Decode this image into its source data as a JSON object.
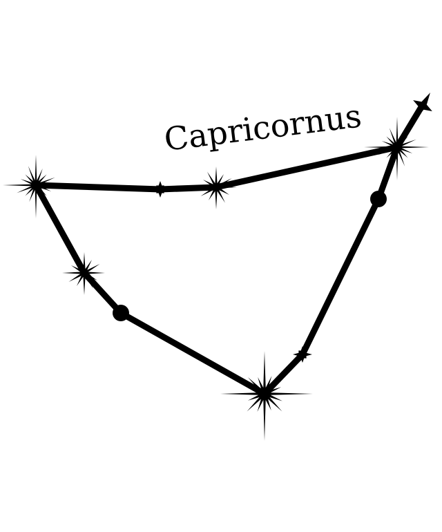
{
  "title": "Capricornus",
  "colors": {
    "ink": "#000000",
    "background": "#ffffff"
  },
  "stars": [
    {
      "id": "star-west",
      "kind": "burst-large"
    },
    {
      "id": "star-top-1",
      "kind": "diamond"
    },
    {
      "id": "star-top-2",
      "kind": "burst-medium"
    },
    {
      "id": "star-east",
      "kind": "burst-large"
    },
    {
      "id": "star-northeast-tip",
      "kind": "four-point"
    },
    {
      "id": "star-east-dot",
      "kind": "dot"
    },
    {
      "id": "star-southeast",
      "kind": "diamond"
    },
    {
      "id": "star-south",
      "kind": "burst-xl"
    },
    {
      "id": "star-southwest-dot",
      "kind": "dot"
    },
    {
      "id": "star-mid-west",
      "kind": "burst-medium"
    }
  ]
}
